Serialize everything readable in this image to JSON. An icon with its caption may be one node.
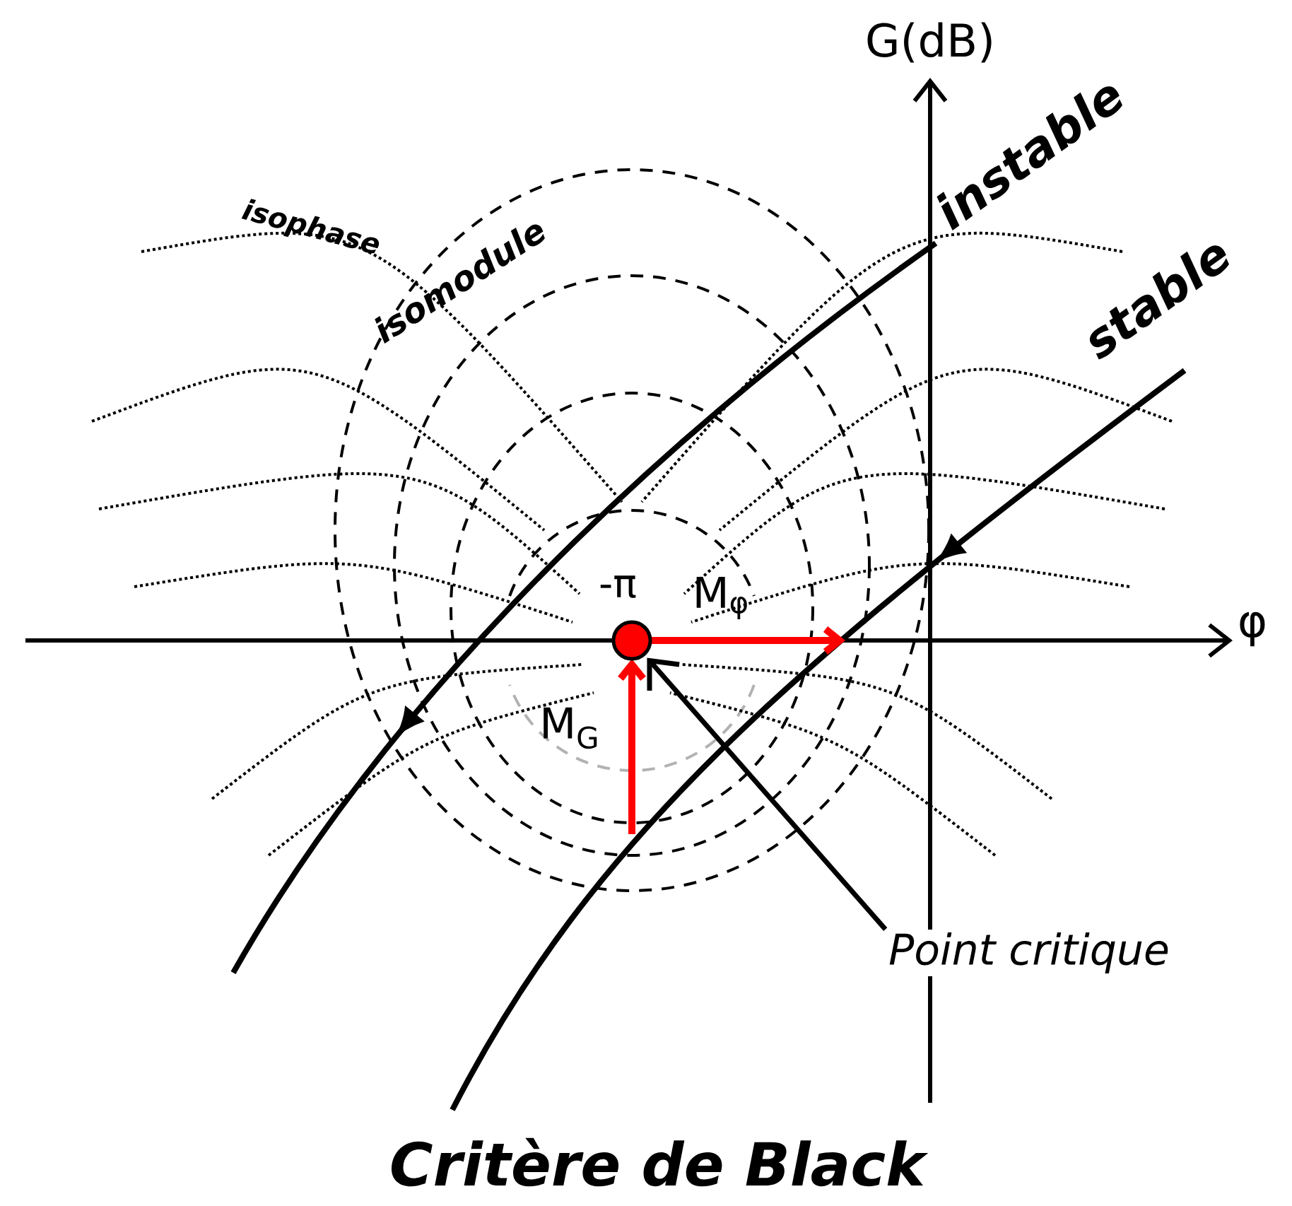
{
  "diagram": {
    "title": "Critère de Black",
    "nodes": [
      {
        "text": [],
        "shape": "circle",
        "beside": [
          "-π"
        ]
      },
      {
        "text": [
          "Point critique"
        ]
      }
    ],
    "edges": [
      {
        "from": 1,
        "to": 0,
        "arrow": "to"
      }
    ],
    "labels": [
      "G(dB)",
      "φ",
      "isophase",
      "isomodule",
      "instable",
      "stable",
      "M$_{φ}$",
      "M$_{G}$"
    ]
  }
}
